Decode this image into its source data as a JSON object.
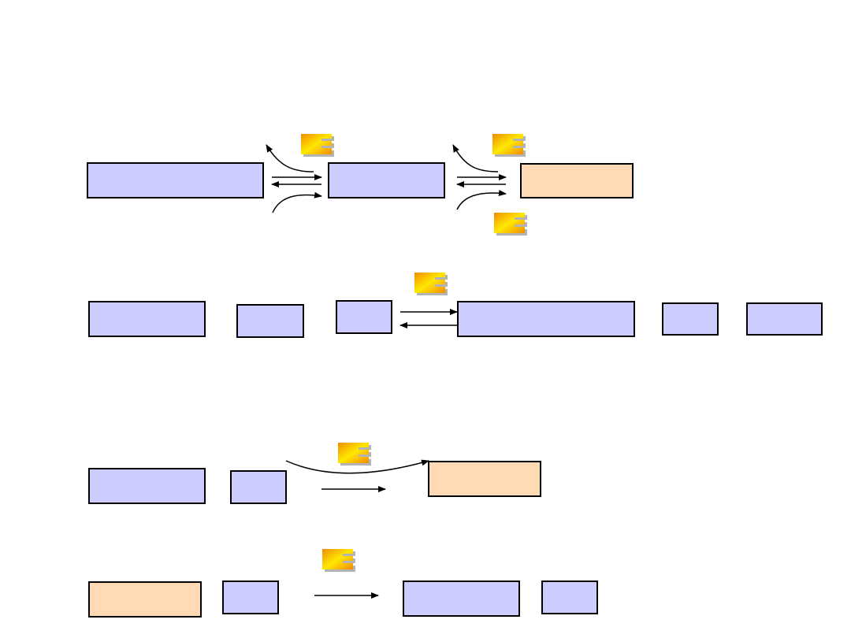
{
  "colors": {
    "box_fill": "#ccccff",
    "product_fill": "#ffdab4",
    "outline": "#000000",
    "energy_dark": "#f08c00",
    "energy_light": "#ffe800",
    "energy_shadow": "#b4b4b4"
  },
  "icons": [
    "energy-icon"
  ],
  "rows": [
    {
      "id": "row1",
      "boxes": [
        {
          "label": "",
          "fill": "blue"
        },
        {
          "label": "",
          "fill": "blue"
        },
        {
          "label": "",
          "fill": "peach"
        }
      ]
    },
    {
      "id": "row2",
      "boxes": [
        {
          "label": "",
          "fill": "blue"
        },
        {
          "label": "",
          "fill": "blue"
        },
        {
          "label": "",
          "fill": "blue"
        },
        {
          "label": "",
          "fill": "blue"
        },
        {
          "label": "",
          "fill": "blue"
        },
        {
          "label": "",
          "fill": "blue"
        }
      ]
    },
    {
      "id": "row3",
      "boxes": [
        {
          "label": "",
          "fill": "blue"
        },
        {
          "label": "",
          "fill": "blue"
        },
        {
          "label": "",
          "fill": "peach"
        }
      ]
    },
    {
      "id": "row4",
      "boxes": [
        {
          "label": "",
          "fill": "peach"
        },
        {
          "label": "",
          "fill": "blue"
        },
        {
          "label": "",
          "fill": "blue"
        },
        {
          "label": "",
          "fill": "blue"
        }
      ]
    }
  ]
}
